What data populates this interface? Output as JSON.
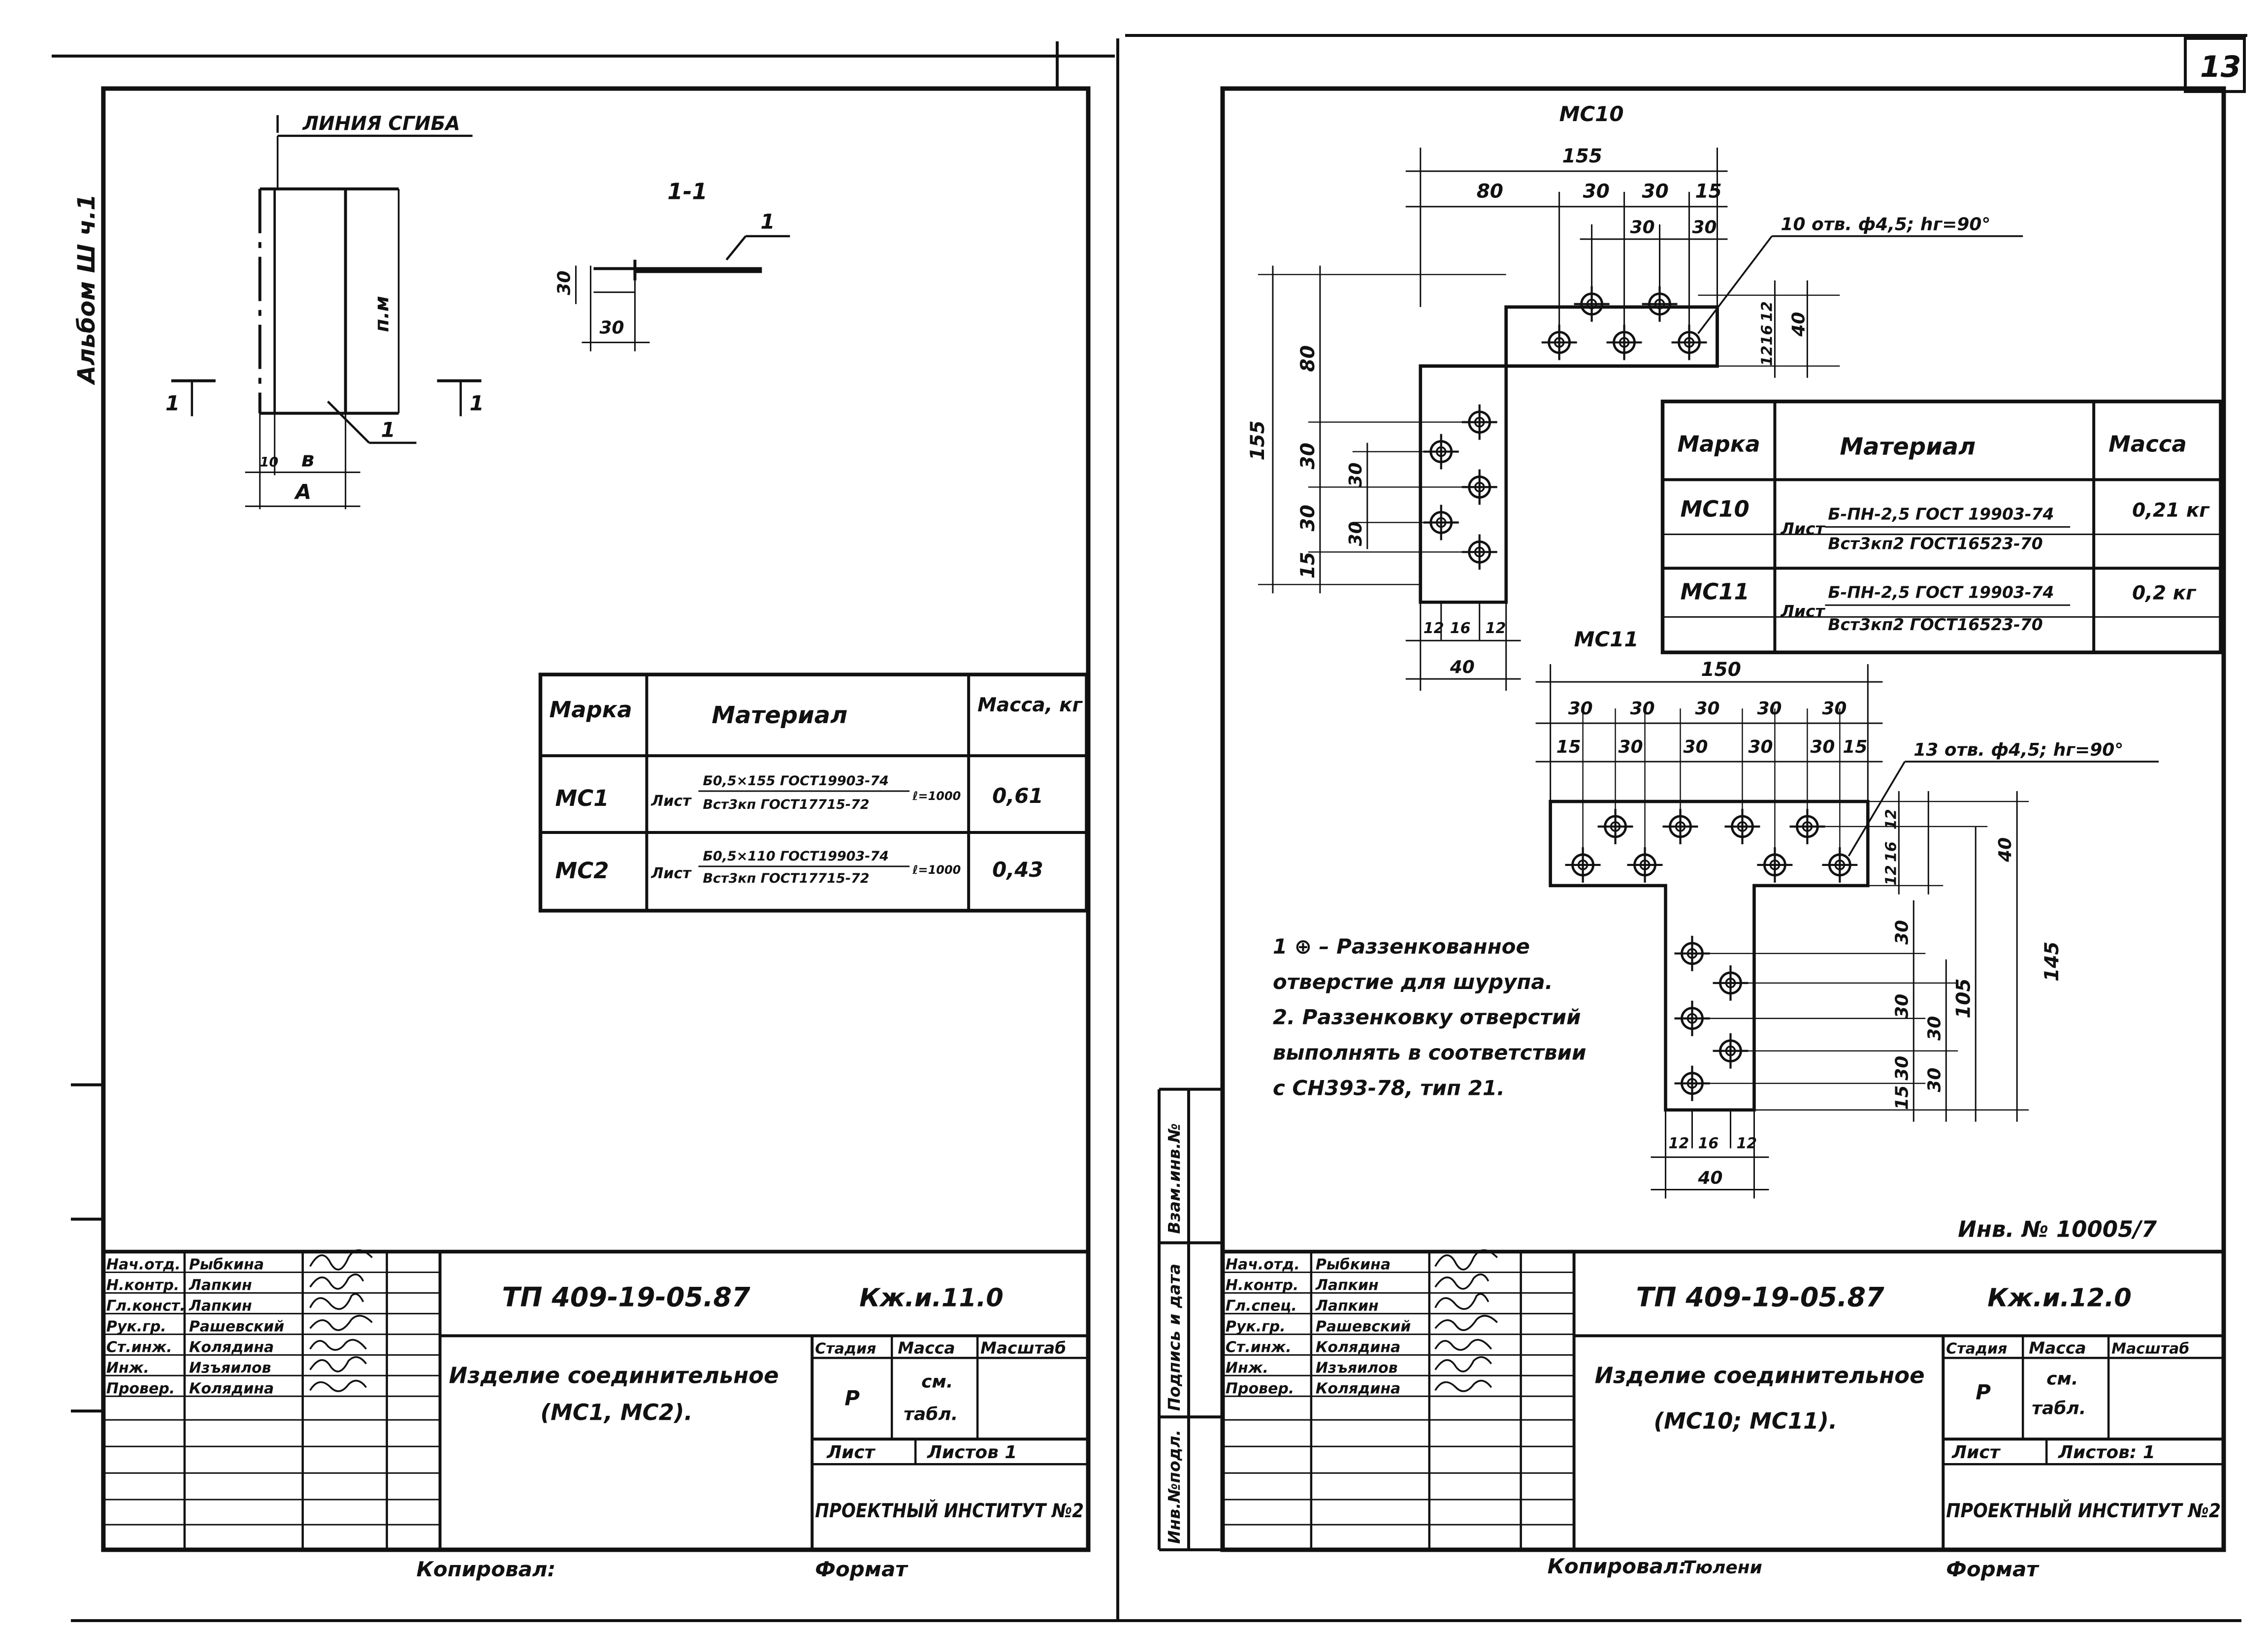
{
  "page_number": "13",
  "album_label": "Альбом Ш ч.1",
  "left": {
    "bend_line_label": "ЛИНИЯ СГИБА",
    "section_label": "1-1",
    "section_mark": "1",
    "callout_1": "1",
    "dim_pm": "п.м",
    "dim_v": "в",
    "dim_a": "А",
    "dim_10": "10",
    "dim_30_v": "30",
    "dim_30_h": "30",
    "table": {
      "headers": {
        "mark": "Марка",
        "material": "Материал",
        "mass": "Масса, кг"
      },
      "rows": [
        {
          "mark": "МС1",
          "prefix": "Лист",
          "top": "Б0,5×155 ГОСТ19903-74",
          "bottom": "Вст3кп ГОСТ17715-72",
          "suffix": "ℓ=1000",
          "mass": "0,61"
        },
        {
          "mark": "МС2",
          "prefix": "Лист",
          "top": "Б0,5×110 ГОСТ19903-74",
          "bottom": "Вст3кп ГОСТ17715-72",
          "suffix": "ℓ=1000",
          "mass": "0,43"
        }
      ]
    },
    "stamp": {
      "roles": [
        "Нач.отд.",
        "Н.контр.",
        "Гл.конст.",
        "Рук.гр.",
        "Ст.инж.",
        "Инж.",
        "Провер."
      ],
      "names": [
        "Рыбкина",
        "Лапкин",
        "Лапкин",
        "Рашевский",
        "Колядина",
        "Изъяилов",
        "Колядина"
      ],
      "doc_code": "ТП 409-19-05.87",
      "sheet_code": "Кж.и.11.0",
      "title_line1": "Изделие соединительное",
      "title_line2": "(МС1, МС2).",
      "stage_label": "Стадия",
      "mass_label": "Масса",
      "scale_label": "Масштаб",
      "stage": "Р",
      "mass_val_1": "см.",
      "mass_val_2": "табл.",
      "sheet_label": "Лист",
      "sheets_label": "Листов 1",
      "institute": "ПРОЕКТНЫЙ ИНСТИТУТ №2"
    },
    "copied_label": "Копировал:",
    "format_label": "Формат"
  },
  "right": {
    "mc10": {
      "title": "МС10",
      "dim_total": "155",
      "dims_top": [
        "80",
        "30",
        "30",
        "15"
      ],
      "dims_top2": [
        "30",
        "30"
      ],
      "holes_note": "10 отв. ф4,5; hг=90°",
      "dims_left": [
        "155",
        "80",
        "30",
        "30",
        "15"
      ],
      "dims_left2": [
        "30",
        "30"
      ],
      "dims_right": [
        "12",
        "16",
        "12",
        "40"
      ],
      "dims_bottom": [
        "12",
        "16",
        "12"
      ],
      "dim_bottom_total": "40"
    },
    "mc11": {
      "title": "МС11",
      "dim_total": "150",
      "dims_top": [
        "30",
        "30",
        "30",
        "30",
        "30"
      ],
      "dims_top2": [
        "15",
        "30",
        "30",
        "30",
        "30",
        "15"
      ],
      "holes_note": "13 отв. ф4,5; hг=90°",
      "dims_right": [
        "12",
        "16",
        "12",
        "40"
      ],
      "dims_vert": [
        "30",
        "30",
        "30",
        "30",
        "15",
        "30"
      ],
      "dim_105": "105",
      "dim_145": "145",
      "dims_bottom": [
        "12",
        "16",
        "12"
      ],
      "dim_bottom_total": "40"
    },
    "table": {
      "headers": {
        "mark": "Марка",
        "material": "Материал",
        "mass": "Масса"
      },
      "rows": [
        {
          "mark": "МС10",
          "prefix": "Лист",
          "top": "Б-ПН-2,5 ГОСТ 19903-74",
          "bottom": "Вст3кп2 ГОСТ16523-70",
          "mass": "0,21 кг"
        },
        {
          "mark": "МС11",
          "prefix": "Лист",
          "top": "Б-ПН-2,5 ГОСТ 19903-74",
          "bottom": "Вст3кп2 ГОСТ16523-70",
          "mass": "0,2 кг"
        }
      ]
    },
    "notes": [
      "1 ⊕ – Раззенкованное",
      "отверстие для шурупа.",
      "2. Раззенковку отверстий",
      "выполнять в соответствии",
      "с СН393-78, тип 21."
    ],
    "inv_label": "Инв. № 10005/7",
    "side_labels": [
      "Взам.инв.№",
      "Подпись и дата",
      "Инв.№подл."
    ],
    "stamp": {
      "roles": [
        "Нач.отд.",
        "Н.контр.",
        "Гл.спец.",
        "Рук.гр.",
        "Ст.инж.",
        "Инж.",
        "Провер."
      ],
      "names": [
        "Рыбкина",
        "Лапкин",
        "Лапкин",
        "Рашевский",
        "Колядина",
        "Изъяилов",
        "Колядина"
      ],
      "doc_code": "ТП 409-19-05.87",
      "sheet_code": "Кж.и.12.0",
      "title_line1": "Изделие соединительное",
      "title_line2": "(МС10; МС11).",
      "stage_label": "Стадия",
      "mass_label": "Масса",
      "scale_label": "Масштаб",
      "stage": "Р",
      "mass_val_1": "см.",
      "mass_val_2": "табл.",
      "sheet_label": "Лист",
      "sheets_label": "Листов: 1",
      "institute": "ПРОЕКТНЫЙ ИНСТИТУТ №2"
    },
    "copied_label": "Копировал:",
    "copied_sig": "Тюлени",
    "format_label": "Формат"
  }
}
